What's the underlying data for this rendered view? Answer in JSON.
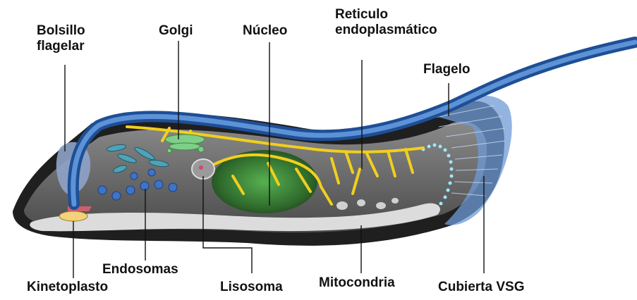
{
  "labels": {
    "bolsillo_flagelar": [
      "Bolsillo",
      "flagelar"
    ],
    "golgi": "Golgi",
    "nucleo": "Núcleo",
    "reticulo": [
      "Reticulo",
      "endoplasmático"
    ],
    "flagelo": "Flagelo",
    "kinetoplasto": "Kinetoplasto",
    "endosomas": "Endosomas",
    "lisosoma": "Lisosoma",
    "mitocondria": "Mitocondria",
    "cubierta_vsg": "Cubierta VSG"
  },
  "colors": {
    "flagellum": "#2f66b3",
    "flagellum_light": "#5d92d6",
    "cell_dark": "#2b2b2b",
    "cytoplasm": "#6b6b6b",
    "nucleus": "#3f8a3a",
    "er": "#f1cf1d",
    "golgi": "#7fcf88",
    "endosome": "#3d73c9",
    "mitochondria": "#d9d9d9",
    "kinetoplast": "#f2d27a",
    "vsg_coat": "#8db3e2"
  }
}
